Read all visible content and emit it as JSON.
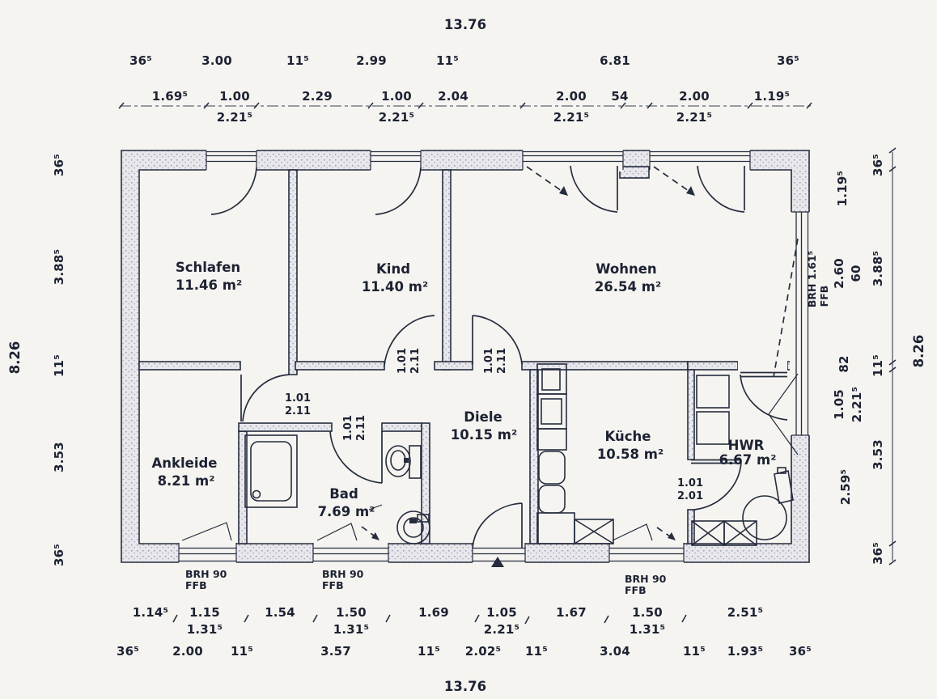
{
  "rooms": {
    "schlafen": {
      "name": "Schlafen",
      "area": "11.46 m²"
    },
    "kind": {
      "name": "Kind",
      "area": "11.40 m²"
    },
    "wohnen": {
      "name": "Wohnen",
      "area": "26.54 m²"
    },
    "ankleide": {
      "name": "Ankleide",
      "area": "8.21 m²"
    },
    "bad": {
      "name": "Bad",
      "area": "7.69 m²"
    },
    "diele": {
      "name": "Diele",
      "area": "10.15 m²"
    },
    "kueche": {
      "name": "Küche",
      "area": "10.58 m²"
    },
    "hwr": {
      "name": "HWR",
      "area": "6.67 m²"
    }
  },
  "doors": {
    "ankleide": {
      "w": "1.01",
      "h": "2.11"
    },
    "kind": {
      "w": "1.01",
      "h": "2.11"
    },
    "wohnen": {
      "w": "1.01",
      "h": "2.11"
    },
    "bad": {
      "w": "1.01",
      "h": "2.11"
    },
    "hwr": {
      "w": "1.01",
      "h": "2.01"
    }
  },
  "windows": {
    "sill_small": "BRH 90",
    "floor_level": "FFB",
    "sill_living": "BRH 1.61⁵"
  },
  "dims": {
    "top": {
      "total": "13.76",
      "row2": [
        "36⁵",
        "3.00",
        "11⁵",
        "2.99",
        "11⁵",
        "6.81",
        "36⁵"
      ],
      "row3": [
        "1.69⁵",
        "1.00",
        "2.29",
        "1.00",
        "2.04",
        "2.00",
        "54",
        "2.00",
        "1.19⁵"
      ],
      "lintels": [
        "2.21⁵",
        "2.21⁵",
        "2.21⁵",
        "2.21⁵"
      ]
    },
    "bottom": {
      "row1": [
        "1.14⁵",
        "1.15",
        "1.54",
        "1.50",
        "1.69",
        "1.05",
        "1.67",
        "1.50",
        "2.51⁵"
      ],
      "sub": [
        "1.31⁵",
        "1.31⁵",
        "2.21⁵",
        "1.31⁵"
      ],
      "row2": [
        "36⁵",
        "2.00",
        "11⁵",
        "3.57",
        "11⁵",
        "2.02⁵",
        "11⁵",
        "3.04",
        "11⁵",
        "1.93⁵",
        "36⁵"
      ],
      "total": "13.76"
    },
    "left": {
      "total": "8.26",
      "chain": [
        "36⁵",
        "3.88⁵",
        "11⁵",
        "3.53",
        "36⁵"
      ]
    },
    "right": {
      "total": "8.26",
      "chain": [
        "36⁵",
        "3.88⁵",
        "11⁵",
        "3.53",
        "36⁵"
      ],
      "inner": [
        "1.19⁵",
        "2.60",
        "60",
        "82",
        "1.05",
        "2.21⁵",
        "2.59⁵"
      ]
    }
  }
}
